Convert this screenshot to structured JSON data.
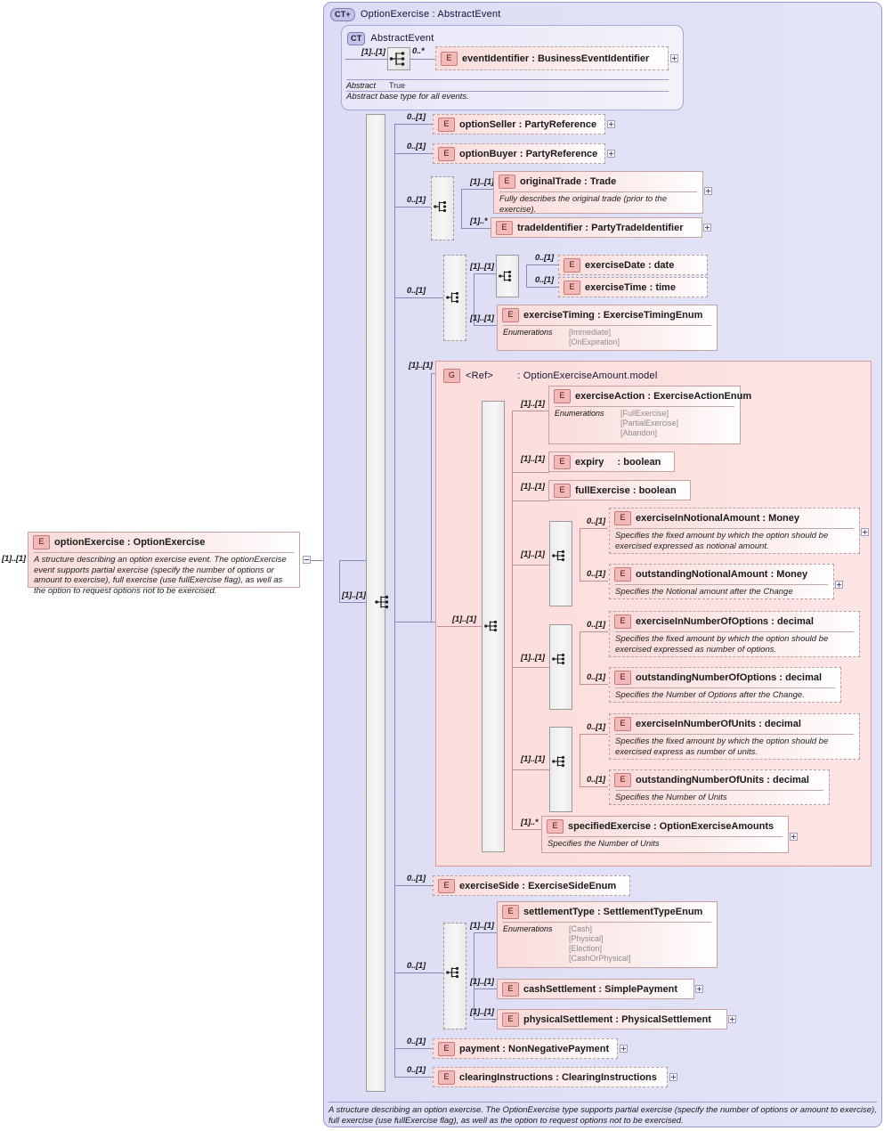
{
  "diagram": {
    "root_element": {
      "badge": "E",
      "name": "optionExercise",
      "sep": ":",
      "type": "OptionExercise",
      "cardinality": "[1]..[1]",
      "doc": "A structure describing an option exercise event. The optionExercise event supports partial exercise (specify the number of options or amount to exercise), full exercise (use fullExercise flag), as well as the option to request options not to be exercised."
    },
    "outer_container": {
      "badge": "CT",
      "badge_suffix": "+",
      "title": "OptionExercise : AbstractEvent",
      "footer_doc": "A structure describing an option exercise. The OptionExercise type supports partial exercise (specify the number of options or amount to exercise), full exercise (use fullExercise flag), as well as the option to request options not to be exercised."
    },
    "abstract_event": {
      "badge": "CT",
      "title": "AbstractEvent",
      "sequence_cardinality": "[1]..[1]",
      "child": {
        "badge": "E",
        "cardinality": "0..*",
        "name": "eventIdentifier",
        "sep": ":",
        "type": "BusinessEventIdentifier"
      },
      "attribute_label": "Abstract",
      "attribute_value": "True",
      "doc": "Abstract base type for all events."
    },
    "main_sequence_cardinality": "[1]..[1]",
    "option_seller": {
      "badge": "E",
      "cardinality": "0..[1]",
      "name": "optionSeller",
      "sep": ":",
      "type": "PartyReference"
    },
    "option_buyer": {
      "badge": "E",
      "cardinality": "0..[1]",
      "name": "optionBuyer",
      "sep": ":",
      "type": "PartyReference"
    },
    "original_trade_group": {
      "cardinality": "0..[1]",
      "items": [
        {
          "badge": "E",
          "cardinality": "[1]..[1]",
          "name": "originalTrade",
          "sep": ":",
          "type": "Trade",
          "doc": "Fully describes the original trade (prior to the exercise)."
        },
        {
          "badge": "E",
          "cardinality": "[1]..*",
          "name": "tradeIdentifier",
          "sep": ":",
          "type": "PartyTradeIdentifier"
        }
      ]
    },
    "exercise_timing_group": {
      "cardinality": "0..[1]",
      "date_time_group": {
        "cardinality": "[1]..[1]",
        "items": [
          {
            "badge": "E",
            "cardinality": "0..[1]",
            "name": "exerciseDate",
            "sep": ":",
            "type": "date"
          },
          {
            "badge": "E",
            "cardinality": "0..[1]",
            "name": "exerciseTime",
            "sep": ":",
            "type": "time"
          }
        ]
      },
      "exercise_timing": {
        "badge": "E",
        "cardinality": "[1]..[1]",
        "name": "exerciseTiming",
        "sep": ":",
        "type": "ExerciseTimingEnum",
        "enum_label": "Enumerations",
        "enum_values": [
          "[Immediate]",
          "[OnExpiration]"
        ]
      }
    },
    "amount_group": {
      "cardinality": "[1]..[1]",
      "badge": "G",
      "ref_label": "<Ref>",
      "title": ": OptionExerciseAmount.model",
      "inner_sequence_cardinality": "[1]..[1]",
      "exercise_action": {
        "badge": "E",
        "cardinality": "[1]..[1]",
        "name": "exerciseAction",
        "sep": ":",
        "type": "ExerciseActionEnum",
        "enum_label": "Enumerations",
        "enum_values": [
          "[FullExercise]",
          "[PartialExercise]",
          "[Abandon]"
        ]
      },
      "expiry": {
        "badge": "E",
        "cardinality": "[1]..[1]",
        "name": "expiry",
        "sep": ":",
        "type": "boolean"
      },
      "full_exercise": {
        "badge": "E",
        "cardinality": "[1]..[1]",
        "name": "fullExercise",
        "sep": ":",
        "type": "boolean"
      },
      "notional_choice": {
        "cardinality": "[1]..[1]",
        "items": [
          {
            "badge": "E",
            "cardinality": "0..[1]",
            "name": "exerciseInNotionalAmount",
            "sep": ":",
            "type": "Money",
            "doc": "Specifies the fixed amount by which the option should be exercised expressed as notional amount."
          },
          {
            "badge": "E",
            "cardinality": "0..[1]",
            "name": "outstandingNotionalAmount",
            "sep": ":",
            "type": "Money",
            "doc": "Specifies the Notional amount after the Change"
          }
        ]
      },
      "options_choice": {
        "cardinality": "[1]..[1]",
        "items": [
          {
            "badge": "E",
            "cardinality": "0..[1]",
            "name": "exerciseInNumberOfOptions",
            "sep": ":",
            "type": "decimal",
            "doc": "Specifies the fixed amount by which the option should be exercised expressed as number of options."
          },
          {
            "badge": "E",
            "cardinality": "0..[1]",
            "name": "outstandingNumberOfOptions",
            "sep": ":",
            "type": "decimal",
            "doc": "Specifies the Number of Options after the Change."
          }
        ]
      },
      "units_choice": {
        "cardinality": "[1]..[1]",
        "items": [
          {
            "badge": "E",
            "cardinality": "0..[1]",
            "name": "exerciseInNumberOfUnits",
            "sep": ":",
            "type": "decimal",
            "doc": "Specifies the fixed amount by which the option should be exercised express as number of units."
          },
          {
            "badge": "E",
            "cardinality": "0..[1]",
            "name": "outstandingNumberOfUnits",
            "sep": ":",
            "type": "decimal",
            "doc": "Specifies the Number of Units"
          }
        ]
      },
      "specified_exercise": {
        "badge": "E",
        "cardinality": "[1]..*",
        "name": "specifiedExercise",
        "sep": ":",
        "type": "OptionExerciseAmounts",
        "doc": "Specifies the Number of Units"
      }
    },
    "exercise_side": {
      "badge": "E",
      "cardinality": "0..[1]",
      "name": "exerciseSide",
      "sep": ":",
      "type": "ExerciseSideEnum"
    },
    "settlement_group": {
      "cardinality": "0..[1]",
      "settlement_type": {
        "badge": "E",
        "cardinality": "[1]..[1]",
        "name": "settlementType",
        "sep": ":",
        "type": "SettlementTypeEnum",
        "enum_label": "Enumerations",
        "enum_values": [
          "[Cash]",
          "[Physical]",
          "[Election]",
          "[CashOrPhysical]"
        ]
      },
      "cash_settlement": {
        "badge": "E",
        "cardinality": "[1]..[1]",
        "name": "cashSettlement",
        "sep": ":",
        "type": "SimplePayment"
      },
      "physical_settlement": {
        "badge": "E",
        "cardinality": "[1]..[1]",
        "name": "physicalSettlement",
        "sep": ":",
        "type": "PhysicalSettlement"
      }
    },
    "payment": {
      "badge": "E",
      "cardinality": "0..[1]",
      "name": "payment",
      "sep": ":",
      "type": "NonNegativePayment"
    },
    "clearing_instructions": {
      "badge": "E",
      "cardinality": "0..[1]",
      "name": "clearingInstructions",
      "sep": ":",
      "type": "ClearingInstructions"
    }
  }
}
